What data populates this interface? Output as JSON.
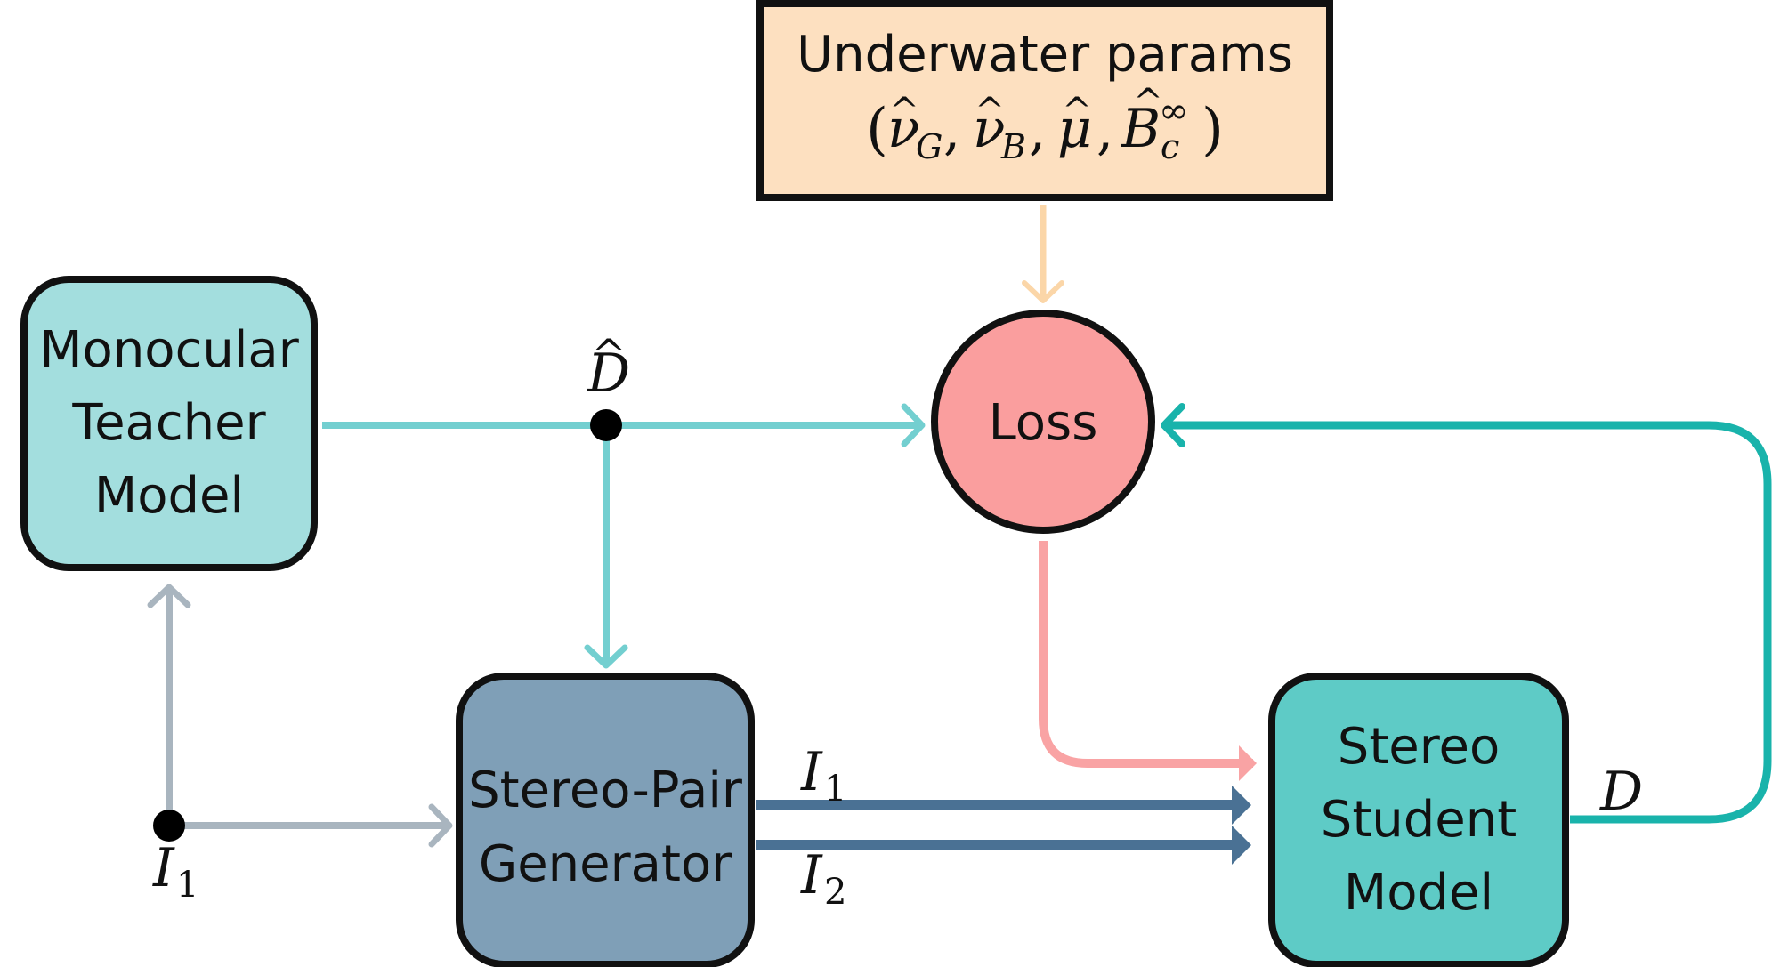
{
  "params_box": {
    "title": "Underwater params",
    "formula": "(ν̂_G, ν̂_B, μ̂, B̂_c^∞)",
    "formula_parts": {
      "open": "(",
      "nu": "ν",
      "sub_g": "G",
      "sub_b": "B",
      "mu": "μ",
      "b": "B",
      "sub_c": "c",
      "sup_inf": "∞",
      "comma": ",",
      "close": ")",
      "hat": "^"
    }
  },
  "teacher_box": {
    "lines": [
      "Monocular",
      "Teacher",
      "Model"
    ]
  },
  "loss_node": {
    "label": "Loss"
  },
  "generator_box": {
    "lines": [
      "Stereo-Pair",
      "Generator"
    ]
  },
  "student_box": {
    "lines": [
      "Stereo",
      "Student",
      "Model"
    ]
  },
  "symbols": {
    "d_hat": "D",
    "d_hat_accent": "^",
    "d": "D",
    "i_letter": "I",
    "sub_1": "1",
    "sub_2": "2"
  },
  "colors": {
    "params_fill": "#fde0c0",
    "params_arrow": "#fbd6a8",
    "teacher_fill": "#a3dede",
    "teacher_arrow": "#73cfd0",
    "loss_fill": "#fa9e9e",
    "loss_arrow": "#f9a3a4",
    "generator_fill": "#7f9fb7",
    "generator_arrow": "#4a7194",
    "student_fill": "#5ecbc6",
    "student_arrow": "#19b3ab",
    "input_arrow": "#a9b5bf",
    "outline": "#111111"
  }
}
